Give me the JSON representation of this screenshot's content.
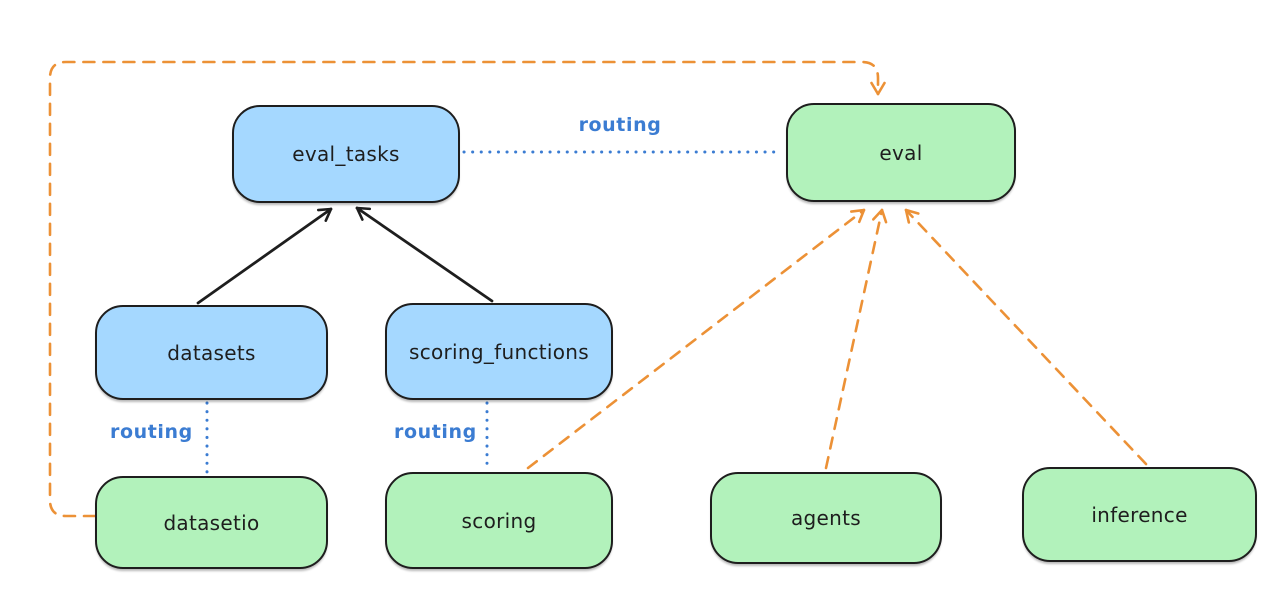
{
  "colors": {
    "background": "#ffffff",
    "node_border": "#1e1e1e",
    "blue_node_fill": "#a5d8ff",
    "green_node_fill": "#b2f2bb",
    "routing_line": "#3b7cd2",
    "provider_arrow": "#ec9136",
    "dependency_arrow": "#1e1e1e",
    "label_text": "#1e1e1e"
  },
  "diagram": {
    "nodes": {
      "eval_tasks": {
        "label": "eval_tasks",
        "fill": "blue"
      },
      "datasets": {
        "label": "datasets",
        "fill": "blue"
      },
      "scoring_functions": {
        "label": "scoring_functions",
        "fill": "blue"
      },
      "eval": {
        "label": "eval",
        "fill": "green"
      },
      "datasetio": {
        "label": "datasetio",
        "fill": "green"
      },
      "scoring": {
        "label": "scoring",
        "fill": "green"
      },
      "agents": {
        "label": "agents",
        "fill": "green"
      },
      "inference": {
        "label": "inference",
        "fill": "green"
      }
    },
    "edge_labels": {
      "routing_eval_tasks_eval": "routing",
      "routing_datasets_datasetio": "routing",
      "routing_scoring_functions_scoring": "routing"
    },
    "edges": [
      {
        "from": "datasets",
        "to": "eval_tasks",
        "style": "solid",
        "color": "#1e1e1e",
        "arrowhead": "arrow"
      },
      {
        "from": "scoring_functions",
        "to": "eval_tasks",
        "style": "solid",
        "color": "#1e1e1e",
        "arrowhead": "arrow"
      },
      {
        "from": "eval_tasks",
        "to": "eval",
        "style": "dotted",
        "color": "#3b7cd2",
        "label": "routing",
        "arrowhead": "none"
      },
      {
        "from": "datasets",
        "to": "datasetio",
        "style": "dotted",
        "color": "#3b7cd2",
        "label": "routing",
        "arrowhead": "none"
      },
      {
        "from": "scoring_functions",
        "to": "scoring",
        "style": "dotted",
        "color": "#3b7cd2",
        "label": "routing",
        "arrowhead": "none"
      },
      {
        "from": "datasetio",
        "to": "eval",
        "style": "dashed",
        "color": "#ec9136",
        "arrowhead": "arrow",
        "route": "around-left-and-top"
      },
      {
        "from": "scoring",
        "to": "eval",
        "style": "dashed",
        "color": "#ec9136",
        "arrowhead": "arrow"
      },
      {
        "from": "agents",
        "to": "eval",
        "style": "dashed",
        "color": "#ec9136",
        "arrowhead": "arrow"
      },
      {
        "from": "inference",
        "to": "eval",
        "style": "dashed",
        "color": "#ec9136",
        "arrowhead": "arrow"
      }
    ]
  }
}
